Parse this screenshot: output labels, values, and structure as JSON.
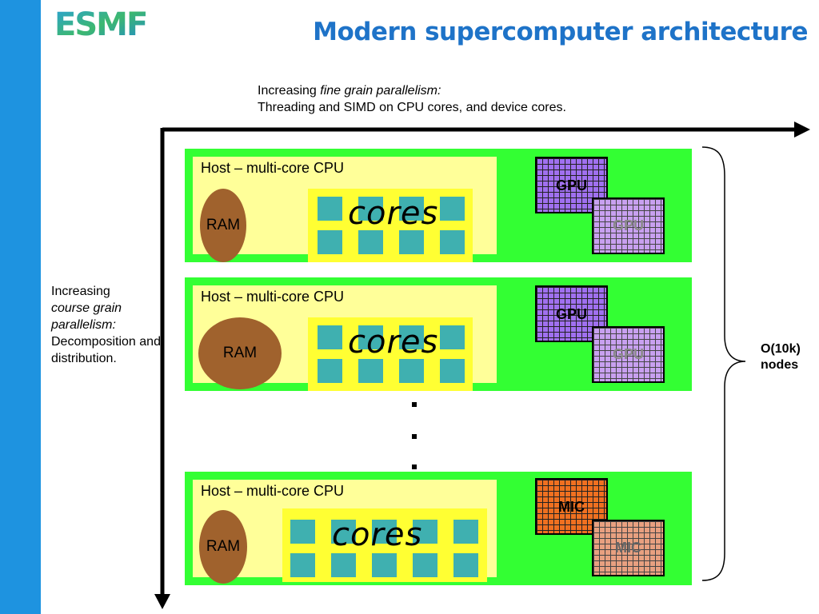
{
  "slide": {
    "title": "Modern supercomputer architecture"
  },
  "colors": {
    "sidebar": "#1e93e0",
    "title": "#1e73c8",
    "node": "#33ff33",
    "host": "#ffff99",
    "cores_area": "#ffff33",
    "core": "#3fb0b0",
    "ram": "#a0622d",
    "gpu": "#a070f0",
    "gpu_secondary": "#c8a0f0",
    "mic": "#f07020",
    "mic_secondary": "#e8a080"
  },
  "fine_grain": {
    "prefix": "Increasing ",
    "emphasis": "fine grain parallelism:",
    "line2": "Threading and SIMD on CPU cores, and device cores."
  },
  "coarse_grain": {
    "line1": "Increasing",
    "emphasis": "course grain parallelism:",
    "line3": "Decomposition and distribution."
  },
  "nodes": [
    {
      "host_label": "Host – multi-core CPU",
      "ram_label": "RAM",
      "cores_label": "cores",
      "accel_front": "GPU",
      "accel_back": "GPU"
    },
    {
      "host_label": "Host – multi-core CPU",
      "ram_label": "RAM",
      "cores_label": "cores",
      "accel_front": "GPU",
      "accel_back": "GPU"
    },
    {
      "host_label": "Host – multi-core CPU",
      "ram_label": "RAM",
      "cores_label": "cores",
      "accel_front": "MIC",
      "accel_back": "MIC"
    }
  ],
  "node_count": {
    "line1": "O(10k)",
    "line2": "nodes"
  }
}
